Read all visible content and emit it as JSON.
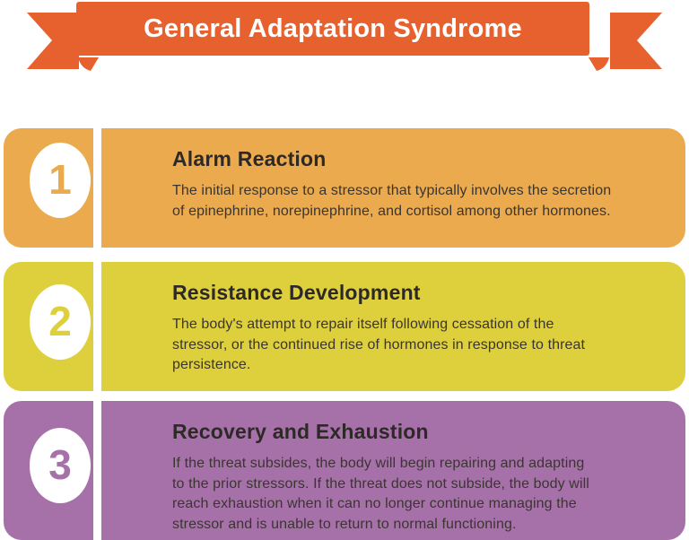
{
  "banner": {
    "title": "General Adaptation Syndrome"
  },
  "sections": [
    {
      "number": "1",
      "title": "Alarm Reaction",
      "body": "The initial response to a stressor that typically involves the secretion\nof epinephrine, norepinephrine, and cortisol among other hormones."
    },
    {
      "number": "2",
      "title": "Resistance Development",
      "body": "The body's attempt to repair itself following cessation of the\nstressor, or the continued rise of hormones in response to threat\npersistence."
    },
    {
      "number": "3",
      "title": "Recovery and Exhaustion",
      "body": "If the threat subsides, the body will begin repairing and adapting\nto the prior stressors. If the threat does not subside, the body will\nreach exhaustion when it can no longer continue managing the\nstressor and is unable to return to normal functioning."
    }
  ],
  "colors": {
    "banner_ribbon": "#e7612e",
    "stage1": "#eaaa4d",
    "stage2": "#ded03c",
    "stage3": "#a671a9",
    "stage3_under_card": "#b78cbd",
    "title_text": "#2d2926",
    "body_text": "#3b3531",
    "banner_text": "#ffffff",
    "badge_fill": "#ffffff"
  }
}
